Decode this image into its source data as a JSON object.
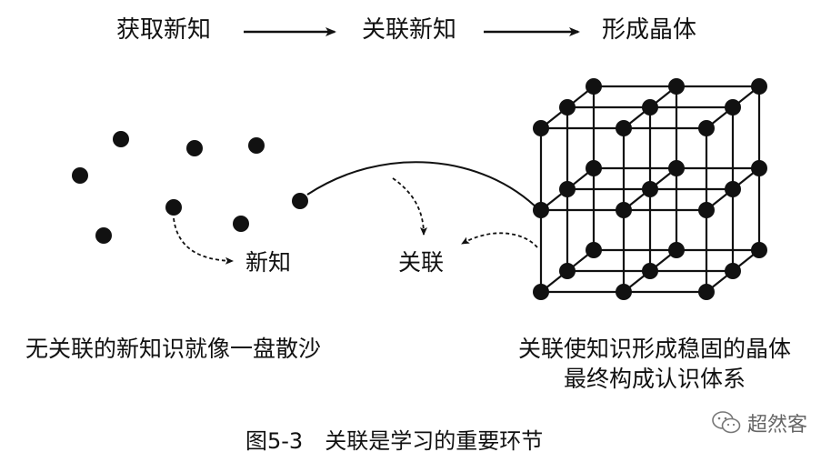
{
  "flow": {
    "step1": "获取新知",
    "step2": "关联新知",
    "step3": "形成晶体"
  },
  "labels": {
    "new_knowledge": "新知",
    "association": "关联"
  },
  "captions": {
    "left": "无关联的新知识就像一盘散沙",
    "right_line1": "关联使知识形成稳固的晶体",
    "right_line2": "最终构成认识体系"
  },
  "figure_title": "图5-3　关联是学习的重要环节",
  "watermark": {
    "text": "超然客",
    "icon": "wechat-icon"
  }
}
